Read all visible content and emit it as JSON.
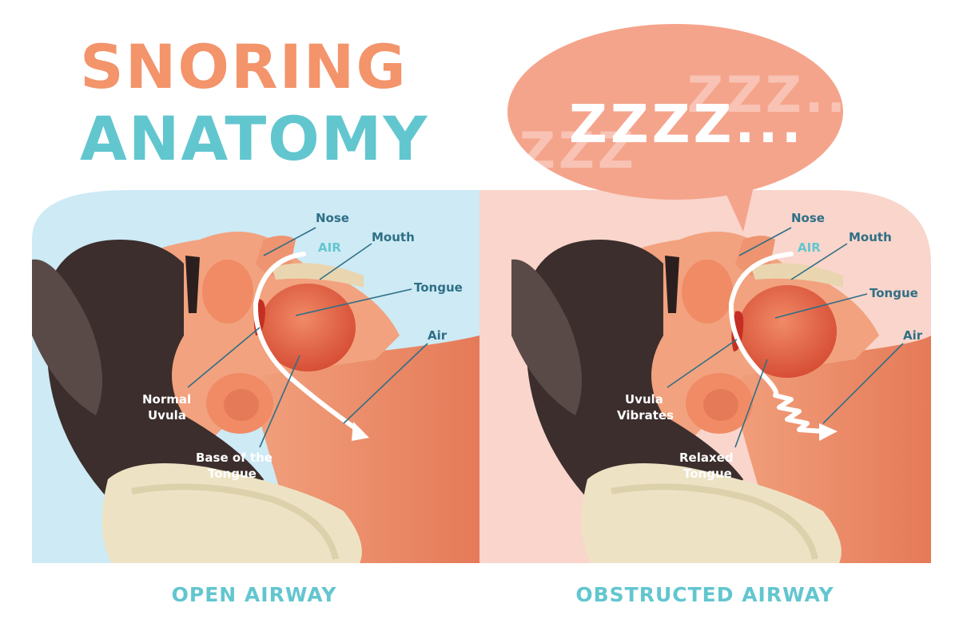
{
  "title": {
    "line1": "SNORING",
    "line2": "ANATOMY"
  },
  "speech_bubble": {
    "text": "ZZZZ...",
    "ghost_text_right": "ZZZ..",
    "ghost_text_left": "ZZZ"
  },
  "left_panel": {
    "caption": "OPEN AIRWAY",
    "labels": {
      "nose": "Nose",
      "air_top": "AIR",
      "mouth": "Mouth",
      "tongue": "Tongue",
      "air": "Air",
      "uvula_line1": "Normal",
      "uvula_line2": "Uvula",
      "base_line1": "Base of the",
      "base_line2": "Tongue"
    }
  },
  "right_panel": {
    "caption": "OBSTRUCTED AIRWAY",
    "labels": {
      "nose": "Nose",
      "air_top": "AIR",
      "mouth": "Mouth",
      "tongue": "Tongue",
      "air": "Air",
      "uvula_line1": "Uvula",
      "uvula_line2": "Vibrates",
      "relaxed_line1": "Relaxed",
      "relaxed_line2": "Tongue"
    }
  },
  "colors": {
    "left_bg": "#cdeaf5",
    "right_bg": "#f9d5cb",
    "skin": "#f2a27e",
    "skin_dark": "#e07c5a",
    "hair": "#3b2e2c",
    "ear_hair": "#5a4a47",
    "pillow": "#ede3c4",
    "bubble": "#f5a48c",
    "title_orange": "#f3946b",
    "title_teal": "#62c6cf",
    "label_blue": "#2f6f86"
  }
}
